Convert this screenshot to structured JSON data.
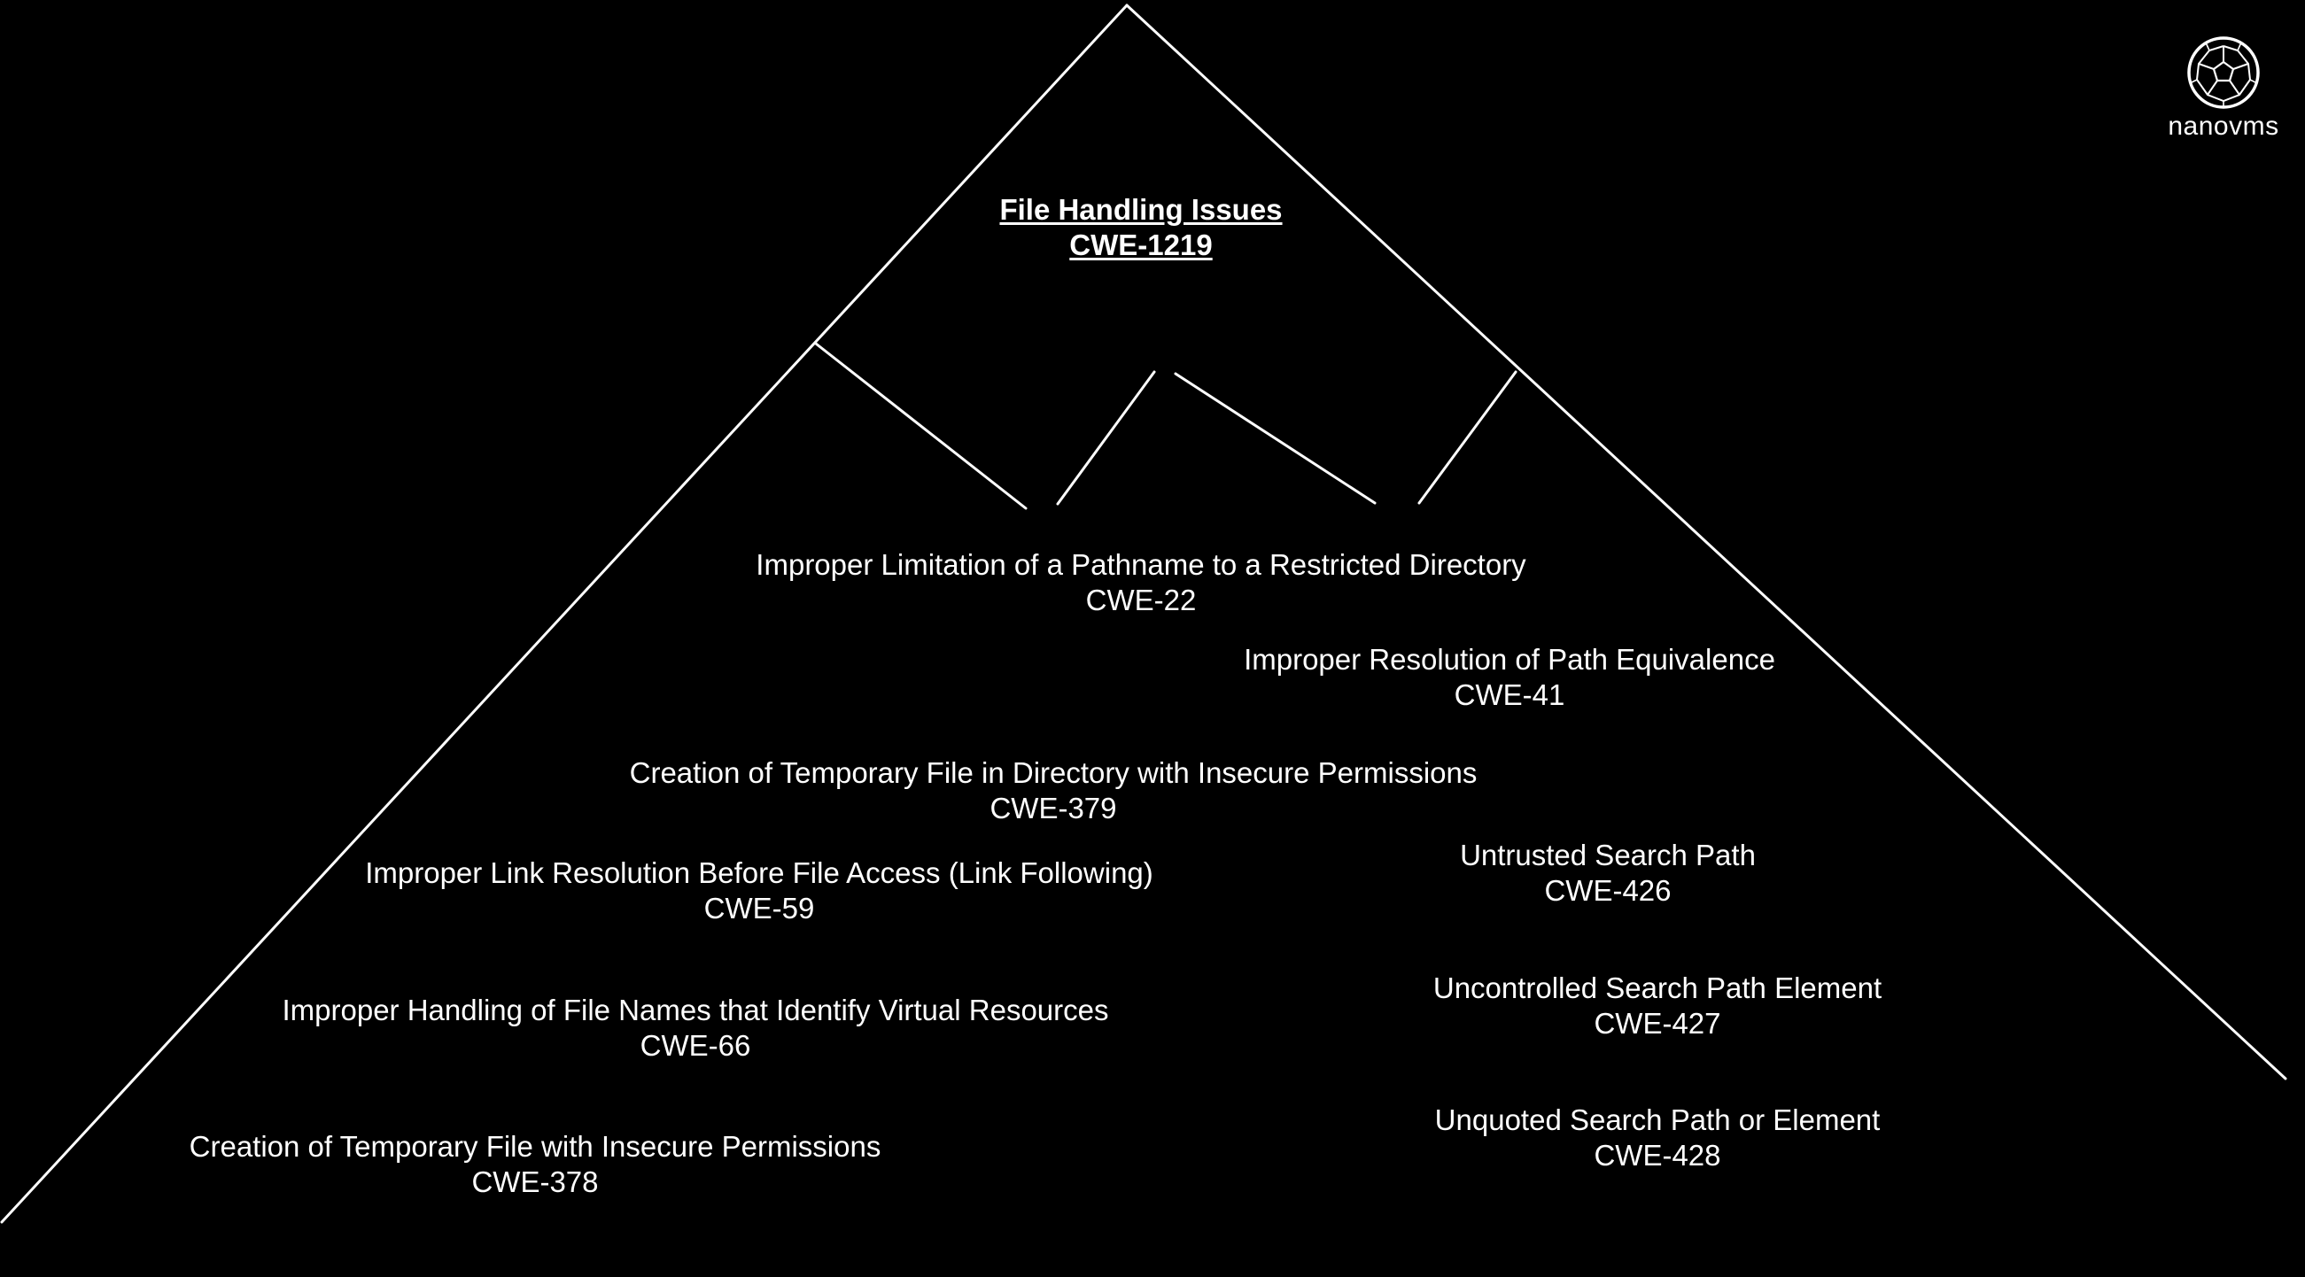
{
  "logo": {
    "text": "nanovms",
    "icon": "geodesic-sphere-icon"
  },
  "root": {
    "title": "File Handling Issues",
    "cwe": "CWE-1219"
  },
  "nodes": [
    {
      "title": "Improper Limitation of a Pathname to a  Restricted Directory",
      "cwe": "CWE-22"
    },
    {
      "title": "Improper Resolution of Path Equivalence",
      "cwe": "CWE-41"
    },
    {
      "title": "Creation of Temporary File in Directory with Insecure Permissions",
      "cwe": "CWE-379"
    },
    {
      "title": "Untrusted Search Path",
      "cwe": "CWE-426"
    },
    {
      "title": "Improper Link Resolution Before File Access (Link Following)",
      "cwe": "CWE-59"
    },
    {
      "title": "Uncontrolled Search Path Element",
      "cwe": "CWE-427"
    },
    {
      "title": "Improper Handling of File Names that Identify Virtual Resources",
      "cwe": "CWE-66"
    },
    {
      "title": "Unquoted Search Path or Element",
      "cwe": "CWE-428"
    },
    {
      "title": "Creation of Temporary File with Insecure Permissions",
      "cwe": "CWE-378"
    }
  ],
  "colors": {
    "background": "#000000",
    "foreground": "#ffffff"
  }
}
